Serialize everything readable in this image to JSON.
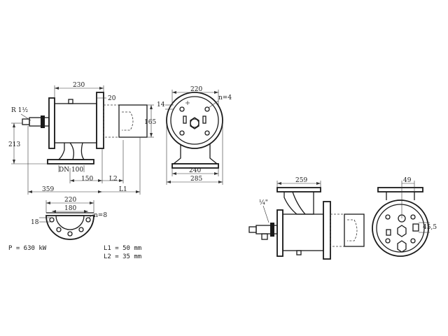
{
  "side_view": {
    "dim_230": "230",
    "dim_20": "20",
    "thread_label": "R 1½",
    "dim_165": "165",
    "dim_213": "213",
    "dn_label": "DN 100",
    "dim_150": "150",
    "dim_l2": "L2",
    "dim_359": "359",
    "dim_l1": "L1"
  },
  "front_view": {
    "dim_220": "220",
    "bolt_count": "n=4",
    "dim_14": "14",
    "dim_240": "240",
    "dim_285": "285"
  },
  "flange_view": {
    "dim_220": "220",
    "dim_180": "180",
    "bolt_count": "n=8",
    "dim_18": "18"
  },
  "specs": {
    "power": "P = 630 kW",
    "l1": "L1 = 50 mm",
    "l2": "L2 = 35 mm"
  },
  "iso_side_view": {
    "dim_259": "259",
    "thread_label": "¼\""
  },
  "iso_front_view": {
    "dim_49": "49",
    "dim_45_5": "45,5"
  }
}
